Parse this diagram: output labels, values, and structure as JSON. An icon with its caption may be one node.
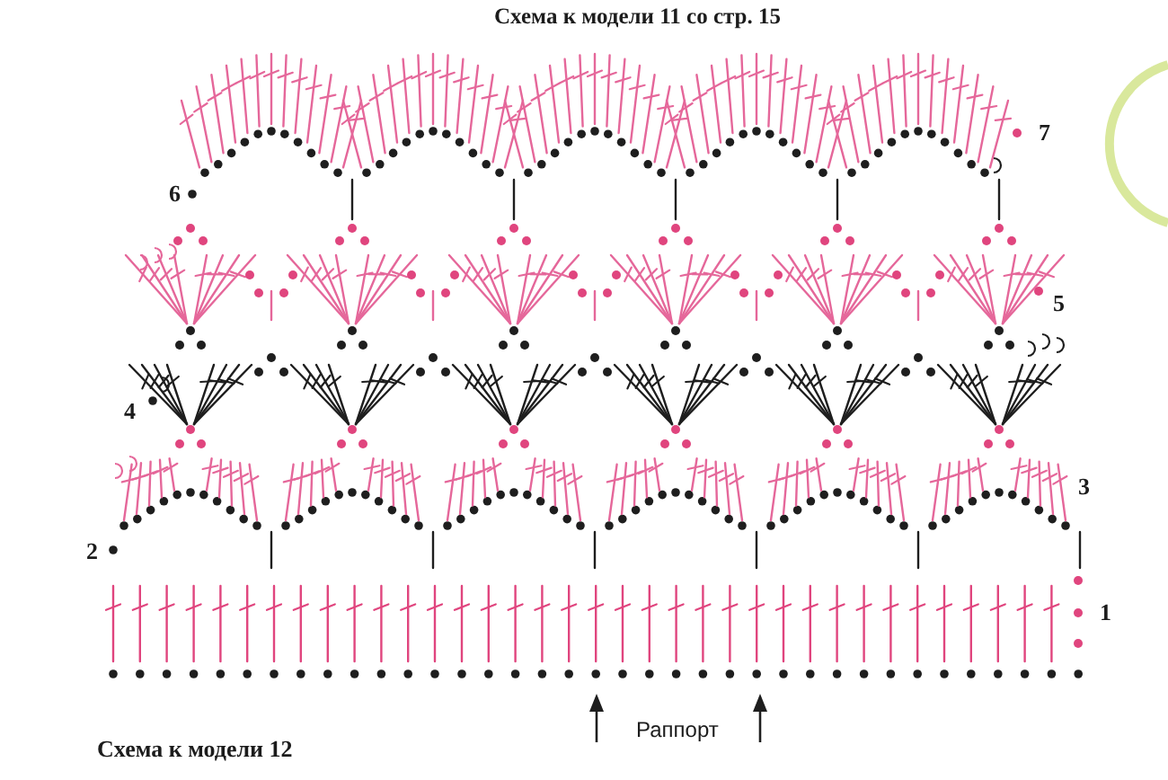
{
  "diagram": {
    "title": "Схема к модели 11 со стр. 15",
    "caption": "Схема к модели 12",
    "labels": [
      "7",
      "6",
      "5",
      "4",
      "3",
      "2",
      "1",
      "Раппорт"
    ]
  }
}
